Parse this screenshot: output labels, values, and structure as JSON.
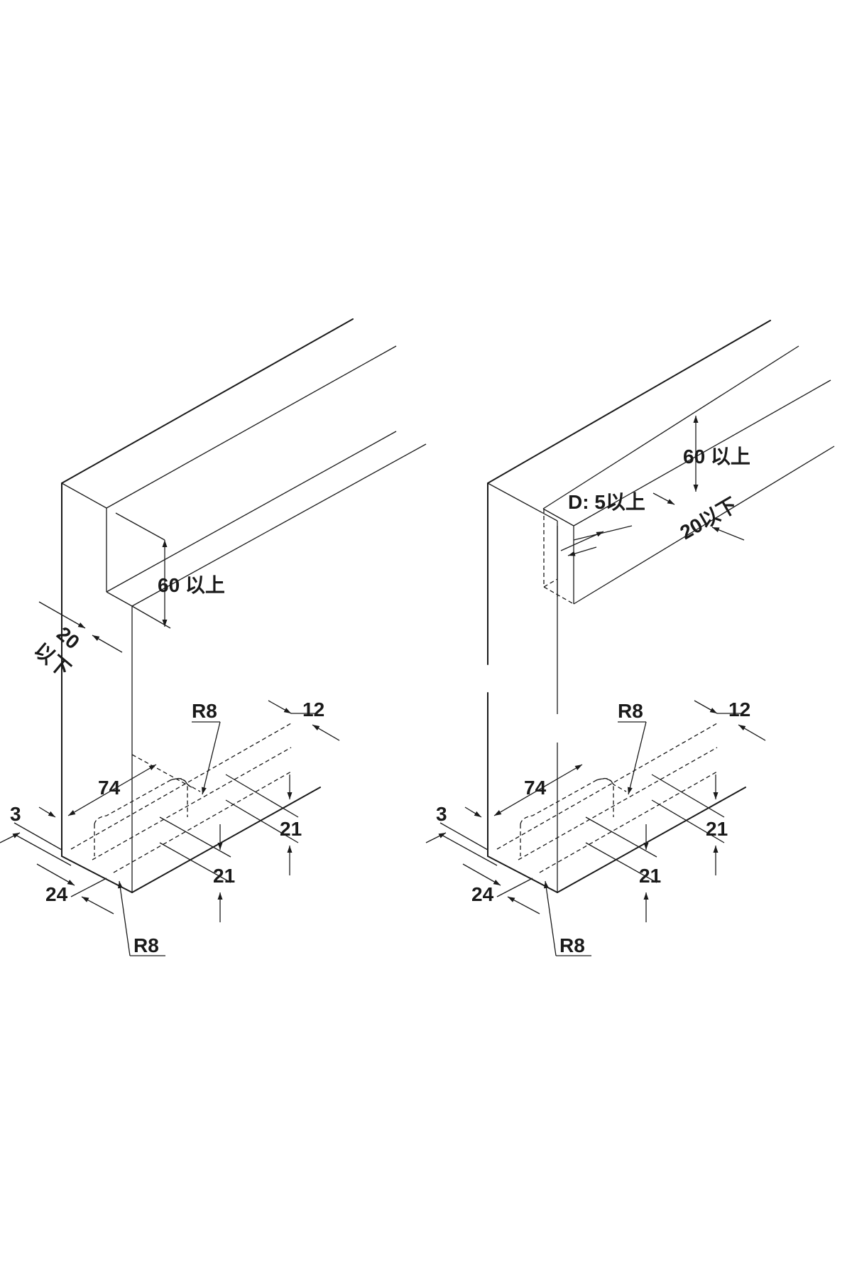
{
  "diagrams": [
    {
      "id": "left",
      "labels": {
        "height": "60 以上",
        "thickness_value": "20",
        "thickness_suffix": "以下",
        "radius_top": "R8",
        "radius_bottom": "R8",
        "width_12": "12",
        "length_74": "74",
        "offset_3": "3",
        "depth_24": "24",
        "spacing_21a": "21",
        "spacing_21b": "21"
      }
    },
    {
      "id": "right",
      "labels": {
        "height": "60 以上",
        "groove_depth": "D: 5以上",
        "thickness": "20以下",
        "radius_top": "R8",
        "radius_bottom": "R8",
        "width_12": "12",
        "length_74": "74",
        "offset_3": "3",
        "depth_24": "24",
        "spacing_21a": "21",
        "spacing_21b": "21"
      }
    }
  ]
}
